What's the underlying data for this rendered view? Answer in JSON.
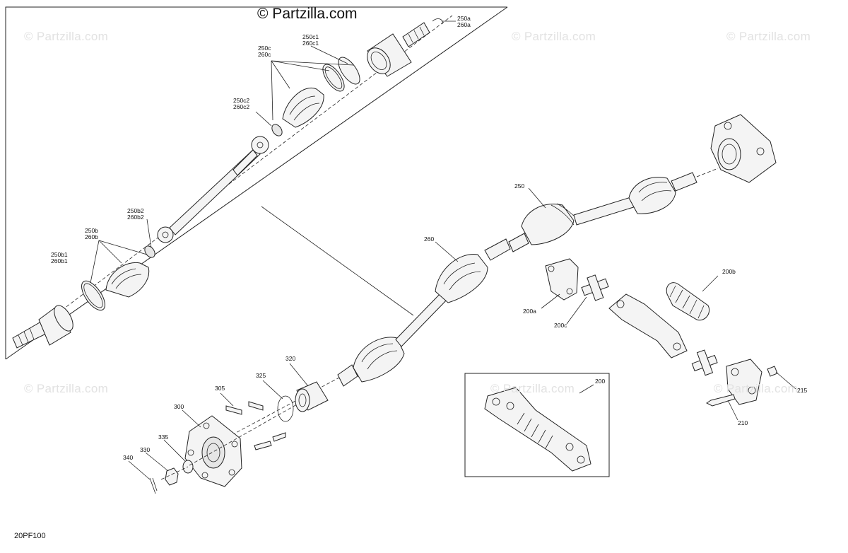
{
  "brand": "© Partzilla.com",
  "watermark": "© Partzilla.com",
  "diagram_code": "20PF100",
  "labels": {
    "l250a": "250a",
    "l260a": "260a",
    "l250c1": "250c1",
    "l260c1": "260c1",
    "l250c": "250c",
    "l260c": "260c",
    "l250c2": "250c2",
    "l260c2": "260c2",
    "l250b2": "250b2",
    "l260b2": "260b2",
    "l250b": "250b",
    "l260b": "260b",
    "l250b1": "250b1",
    "l260b1": "260b1",
    "l250": "250",
    "l260": "260",
    "l200b": "200b",
    "l200a": "200a",
    "l200c": "200c",
    "l200": "200",
    "l215": "215",
    "l210": "210",
    "l320": "320",
    "l325": "325",
    "l305": "305",
    "l300": "300",
    "l335": "335",
    "l330": "330",
    "l340": "340"
  }
}
